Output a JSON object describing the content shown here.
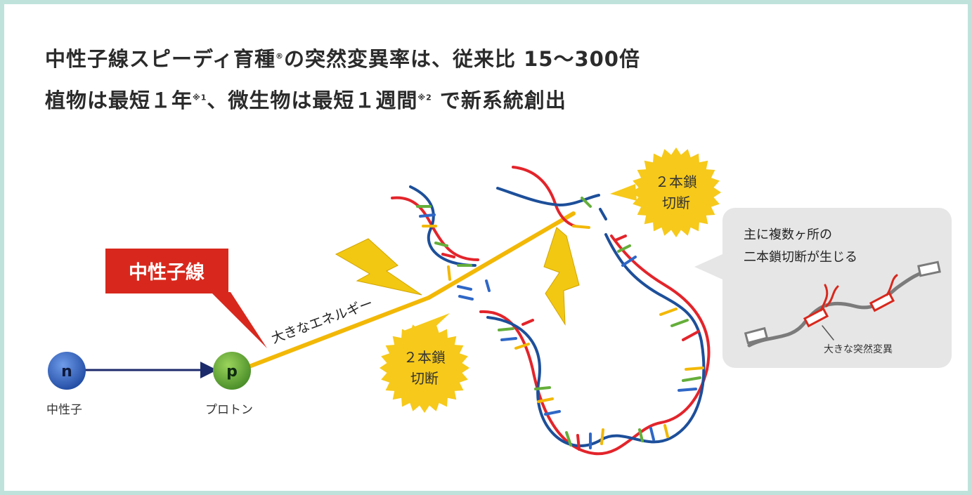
{
  "headline": {
    "line1_prefix": "中性子線スピーディ育種",
    "registered_mark": "®",
    "line1_suffix": "の突然変異率は、従来比 15～300倍",
    "line2_part1": "植物は最短１年",
    "note1": "※1",
    "line2_part2": "、微生物は最短１週間",
    "note2": "※2",
    "line2_part3": " で新系統創出"
  },
  "diagram": {
    "neutron_ray_label": "中性子線",
    "neutron_symbol": "n",
    "neutron_label": "中性子",
    "proton_symbol": "p",
    "proton_label": "プロトン",
    "energy_label": "大きなエネルギー",
    "burst_left": {
      "line1": "２本鎖",
      "line2": "切断"
    },
    "burst_right": {
      "line1": "２本鎖",
      "line2": "切断"
    },
    "callout": {
      "line1": "主に複数ヶ所の",
      "line2": "二本鎖切断が生じる",
      "mutation_label": "大きな突然変異"
    }
  },
  "colors": {
    "page_border": "#bfe3db",
    "neutron": "#2f67c6",
    "proton": "#64ae3a",
    "banner": "#d8281d",
    "beam": "#f2b806",
    "burst": "#f6c91b",
    "dna_red": "#e3242b",
    "dna_blue": "#1d4f9a",
    "callout_bg": "#e6e6e6"
  }
}
